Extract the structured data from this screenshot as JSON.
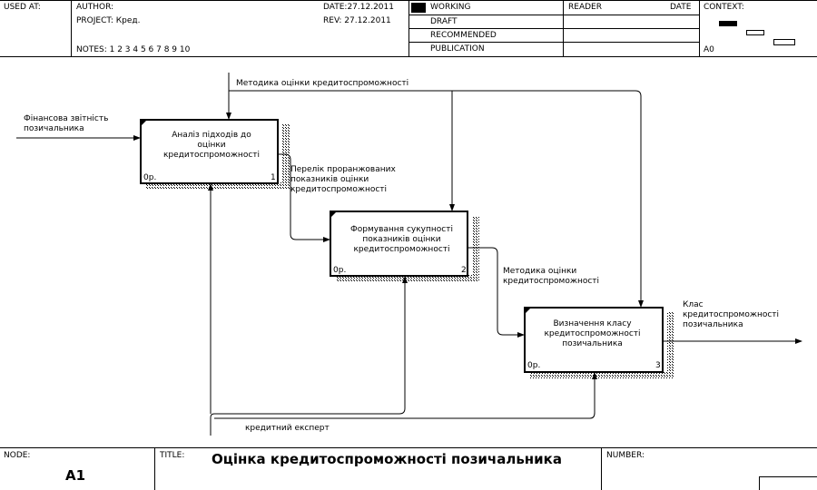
{
  "header": {
    "used_at": "USED AT:",
    "author": "AUTHOR:",
    "project": "PROJECT:  Кред.",
    "date": "DATE:27.12.2011",
    "rev": "REV:  27.12.2011",
    "notes": "NOTES:  1  2  3  4  5  6  7  8  9  10",
    "working": "WORKING",
    "draft": "DRAFT",
    "recommended": "RECOMMENDED",
    "publication": "PUBLICATION",
    "reader": "READER",
    "reader_date": "DATE",
    "context": "CONTEXT:",
    "context_node": "A0"
  },
  "boxes": [
    {
      "id": 1,
      "text": "Аналіз підходів до оцінки кредитоспроможності",
      "ref": "0р.",
      "num": "1"
    },
    {
      "id": 2,
      "text": "Формування сукупності показників оцінки кредитоспроможності",
      "ref": "0р.",
      "num": "2"
    },
    {
      "id": 3,
      "text": "Визначення класу кредитоспроможності позичальника",
      "ref": "0р.",
      "num": "3"
    }
  ],
  "arrows": {
    "input_1": "Фінансова звітність позичальника",
    "control_top": "Методика оцінки кредитоспроможності",
    "output_1": "Перелік проранжованих показників оцінки кредитоспроможності",
    "output_2": "Методика оцінки кредитоспроможності",
    "output_3": "Клас кредитоспроможності позичальника",
    "mechanism": "кредитний експерт"
  },
  "footer": {
    "node_label": "NODE:",
    "node_value": "A1",
    "title_label": "TITLE:",
    "title_value": "Оцінка  кредитоспроможності  позичальника",
    "number_label": "NUMBER:"
  }
}
